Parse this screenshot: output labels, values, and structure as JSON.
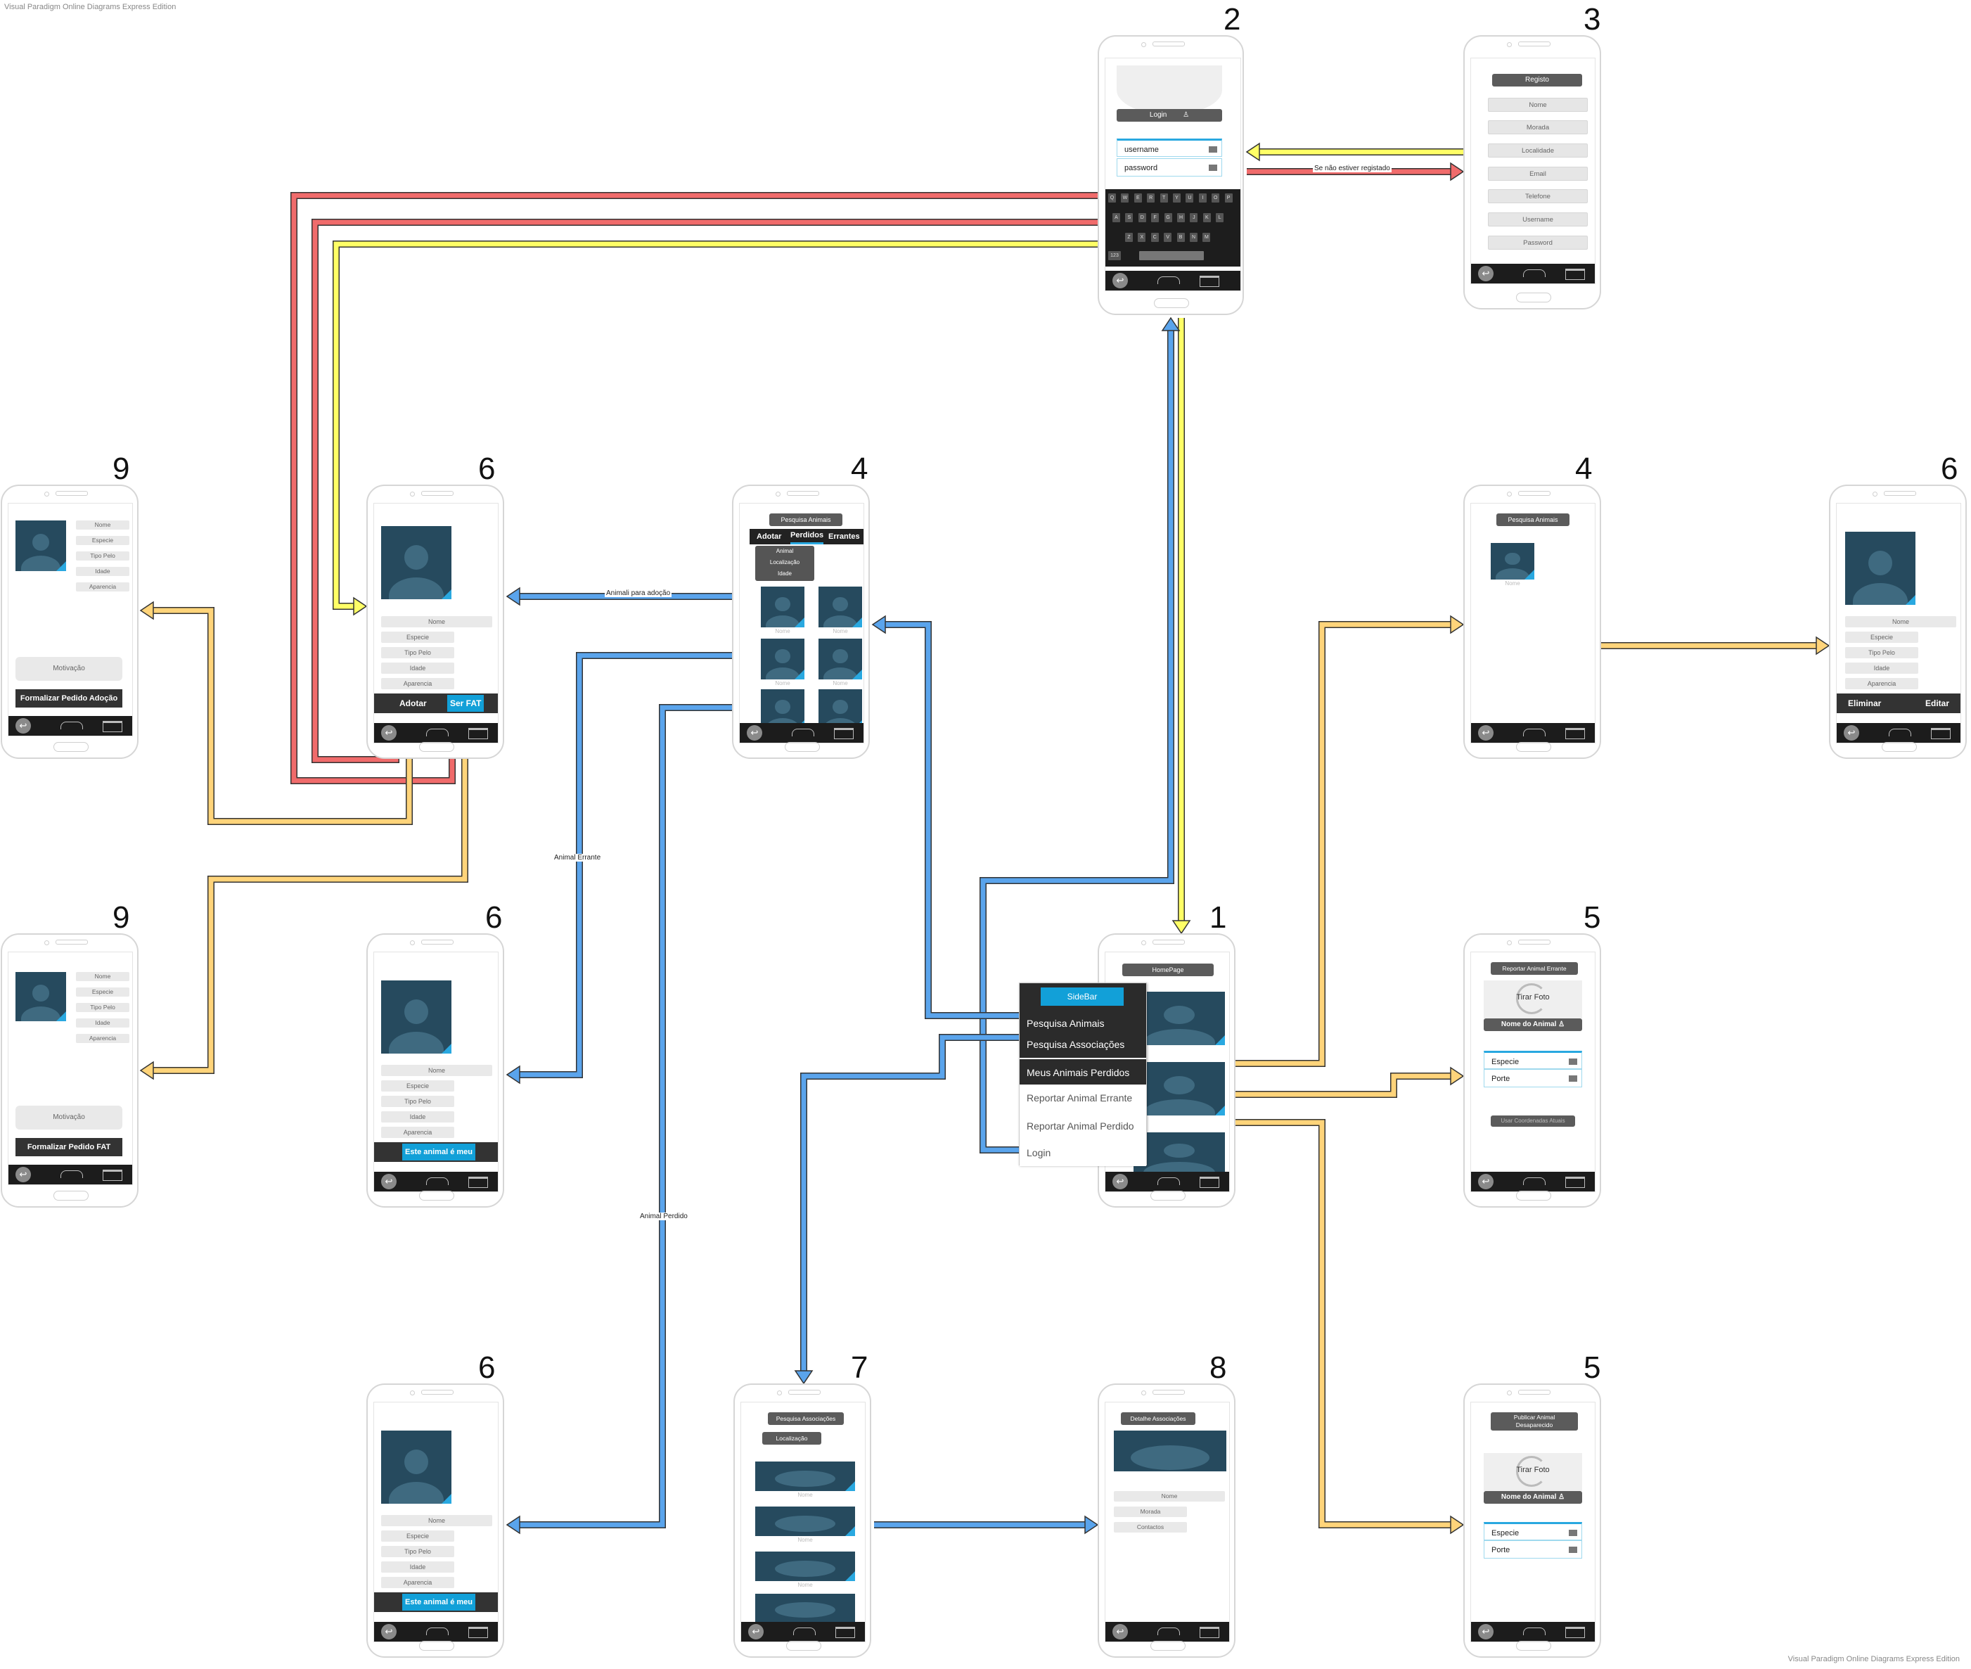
{
  "watermark_top": "Visual Paradigm Online Diagrams Express Edition",
  "watermark_bottom": "Visual Paradigm Online Diagrams Express Edition",
  "screens": {
    "login": {
      "number": "2",
      "header": "Login",
      "username": "username",
      "password": "password",
      "keys_row1": [
        "Q",
        "W",
        "E",
        "R",
        "T",
        "Y",
        "U",
        "I",
        "O",
        "P"
      ],
      "keys_row2": [
        "A",
        "S",
        "D",
        "F",
        "G",
        "H",
        "J",
        "K",
        "L"
      ],
      "keys_row3": [
        "Z",
        "X",
        "C",
        "V",
        "B",
        "N",
        "M"
      ],
      "key_123": "123"
    },
    "registo": {
      "number": "3",
      "header": "Registo",
      "fields": [
        "Nome",
        "Morada",
        "Localidade",
        "Email",
        "Telefone",
        "Username",
        "Password"
      ]
    },
    "formalizar_adocao": {
      "number": "9",
      "fields": [
        "Nome",
        "Especie",
        "Tipo Pelo",
        "Idade",
        "Aparencia"
      ],
      "motivacao": "Motivação",
      "button": "Formalizar Pedido Adoção"
    },
    "animal_adotar": {
      "number": "6",
      "fields": [
        "Nome",
        "Especie",
        "Tipo Pelo",
        "Idade",
        "Aparencia"
      ],
      "btn_adotar": "Adotar",
      "btn_fat": "Ser FAT"
    },
    "pesquisa_animais": {
      "number": "4",
      "header": "Pesquisa Animais",
      "tabs": [
        "Adotar",
        "Perdidos",
        "Errantes"
      ],
      "filters": [
        "Animal",
        "Localização",
        "Idade"
      ],
      "caption": "Nome"
    },
    "pesquisa_meus": {
      "number": "4",
      "header": "Pesquisa Animais",
      "caption": "Nome"
    },
    "animal_editar": {
      "number": "6",
      "fields": [
        "Nome",
        "Especie",
        "Tipo Pelo",
        "Idade",
        "Aparencia"
      ],
      "btn_eliminar": "Eliminar",
      "btn_editar": "Editar"
    },
    "formalizar_fat": {
      "number": "9",
      "fields": [
        "Nome",
        "Especie",
        "Tipo Pelo",
        "Idade",
        "Aparencia"
      ],
      "motivacao": "Motivação",
      "button": "Formalizar Pedido FAT"
    },
    "animal_errante": {
      "number": "6",
      "fields": [
        "Nome",
        "Especie",
        "Tipo Pelo",
        "Idade",
        "Aparencia"
      ],
      "button": "Este animal é meu"
    },
    "homepage": {
      "number": "1",
      "header": "HomePage",
      "sidebar": {
        "title": "SideBar",
        "items": [
          "Pesquisa Animais",
          "Pesquisa Associações",
          "Meus Animais Perdidos",
          "Reportar Animal Errante",
          "Reportar Animal Perdido",
          "Login"
        ]
      }
    },
    "reportar_errante": {
      "number": "5",
      "header": "Reportar Animal Errante",
      "photo": "Tirar Foto",
      "name": "Nome do Animal",
      "especie": "Especie",
      "porte": "Porte",
      "button": "Usar Coordenadas Atuais"
    },
    "animal_perdido": {
      "number": "6",
      "fields": [
        "Nome",
        "Especie",
        "Tipo Pelo",
        "Idade",
        "Aparencia"
      ],
      "button": "Este animal é meu"
    },
    "pesquisa_associacoes": {
      "number": "7",
      "header": "Pesquisa Associações",
      "localizacao": "Localização",
      "caption": "Nome"
    },
    "detalhe_associacoes": {
      "number": "8",
      "header": "Detalhe Associações",
      "fields": [
        "Nome",
        "Morada",
        "Contactos"
      ]
    },
    "publicar_desaparecido": {
      "number": "5",
      "header_line1": "Publicar Animal",
      "header_line2": "Desaparecido",
      "photo": "Tirar Foto",
      "name": "Nome do Animal",
      "especie": "Especie",
      "porte": "Porte"
    }
  },
  "connector_labels": {
    "nao_registado": "Se não estiver registado",
    "adocao": "Animali para adoção",
    "errante": "Animal  Errante",
    "perdido": "Animal Perdido"
  },
  "colors": {
    "red": "#f06b6b",
    "yellow": "#ffff66",
    "blue": "#5aa4ec",
    "orange": "#ffd47a",
    "accent": "#12a0d8"
  }
}
